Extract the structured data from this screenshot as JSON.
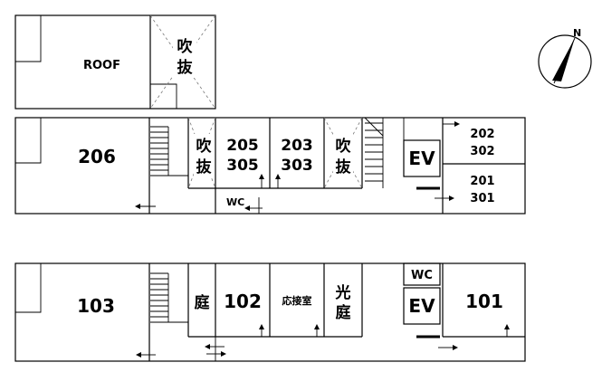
{
  "labels": {
    "roof": "ROOF",
    "void": "吹抜",
    "r206": "206",
    "r205_305": [
      "205",
      "305"
    ],
    "r203_303": [
      "203",
      "303"
    ],
    "ev": "EV",
    "r202_302": [
      "202",
      "302"
    ],
    "r201_301": [
      "201",
      "301"
    ],
    "wc": "WC",
    "r103": "103",
    "garden": "庭",
    "r102": "102",
    "reception": "応接室",
    "lightwell": "光庭",
    "r101": "101"
  },
  "compass": {
    "label": "N"
  }
}
